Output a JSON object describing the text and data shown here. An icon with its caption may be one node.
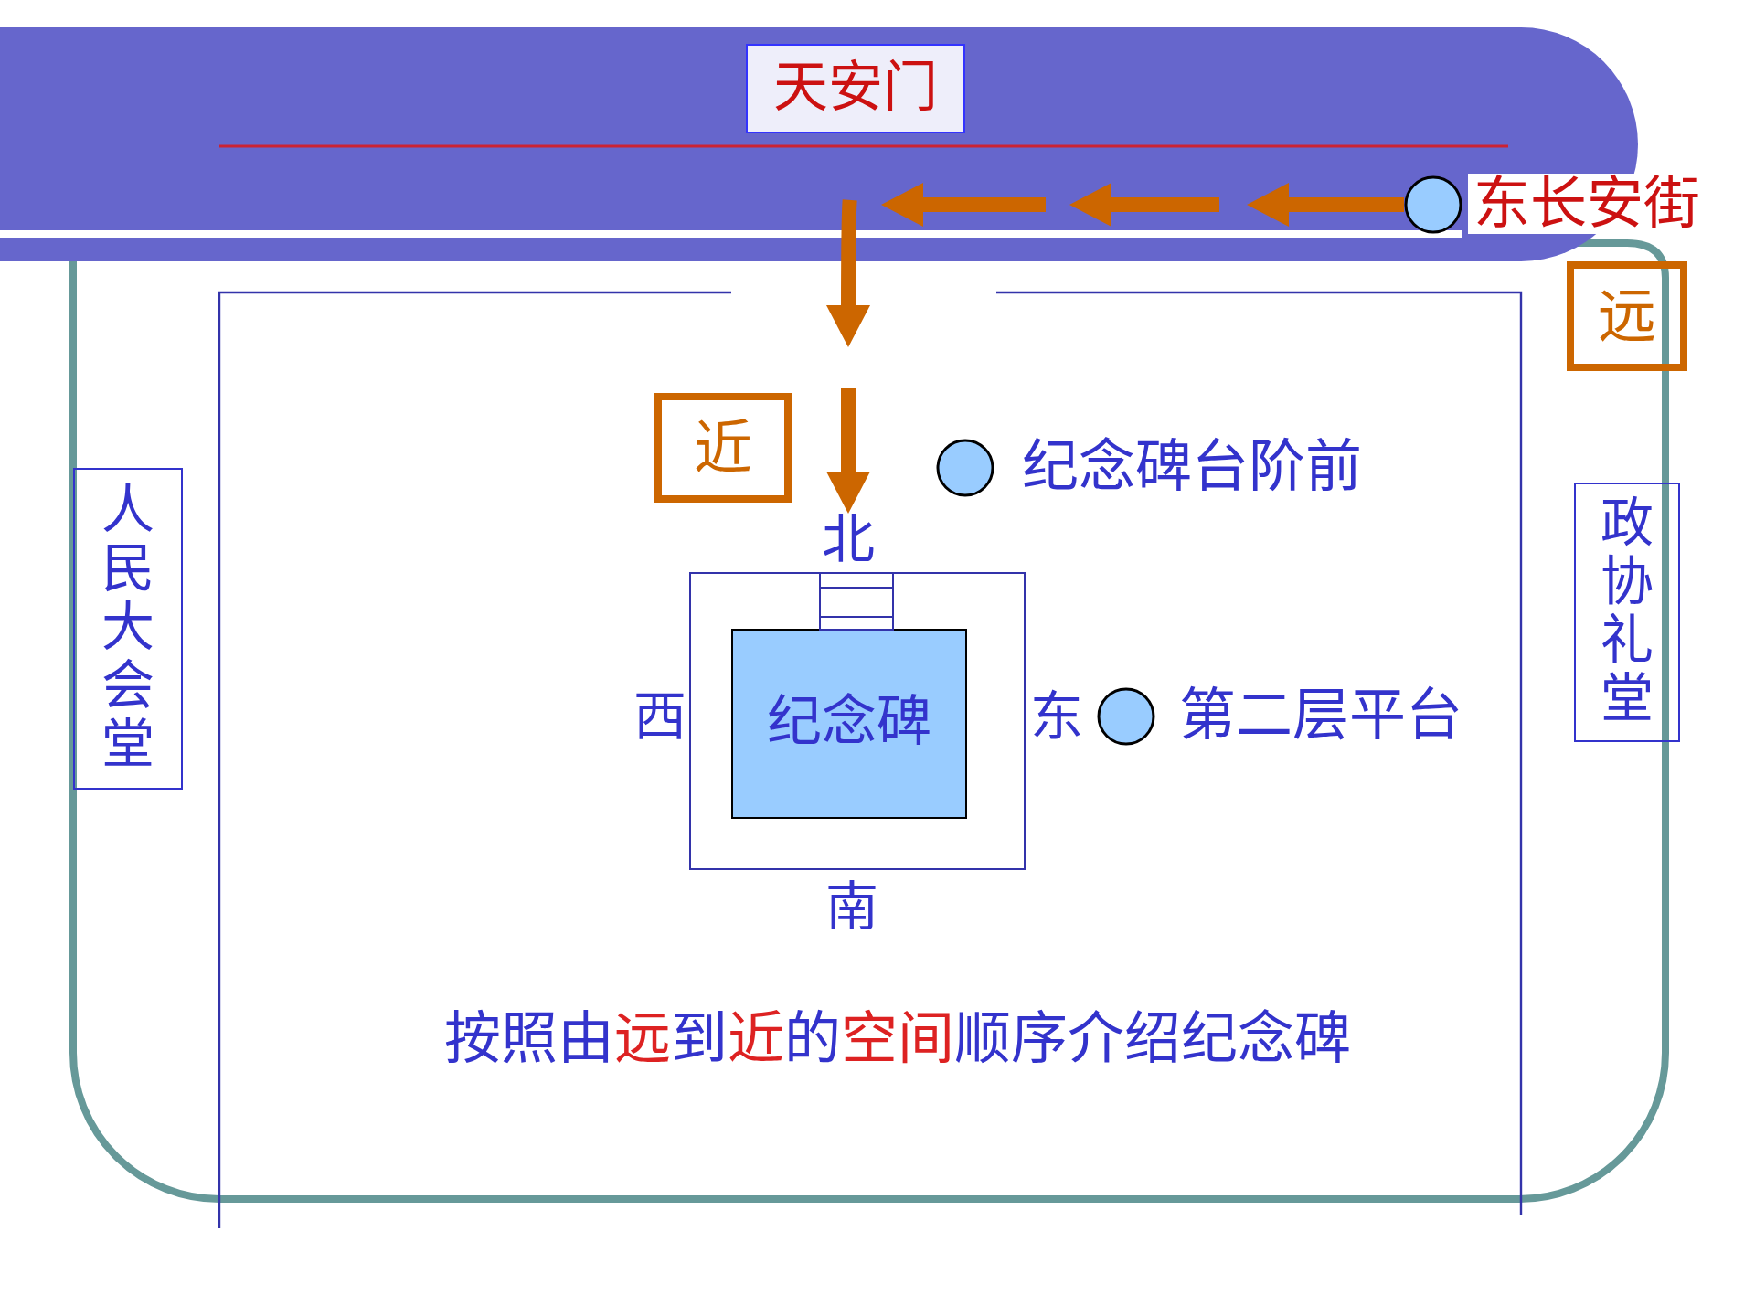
{
  "diagram": {
    "nodes": [
      {
        "text": [
          "天安门"
        ]
      },
      {
        "text": [],
        "shape": "circle",
        "beside": [
          "东长安街"
        ]
      },
      {
        "text": [
          "远"
        ]
      },
      {
        "text": [
          "近"
        ]
      },
      {
        "text": [],
        "shape": "circle",
        "beside": [
          "纪念碑台阶前"
        ]
      },
      {
        "text": [
          "人民大会堂"
        ]
      },
      {
        "text": [
          "政协礼堂"
        ]
      },
      {
        "text": [
          "北"
        ]
      },
      {
        "text": [],
        "shape": "box",
        "beside": [
          "西",
          "东",
          "南"
        ]
      },
      {
        "text": [
          "纪念碑"
        ],
        "in": 8
      },
      {
        "text": [],
        "shape": "circle",
        "beside": [
          "第二层平台"
        ]
      }
    ],
    "edges": [
      {
        "from": 1,
        "to": 7,
        "arrow": "to"
      }
    ],
    "labels": [
      "按照由**远**到**近**的**空间**顺序介绍纪念碑"
    ]
  }
}
